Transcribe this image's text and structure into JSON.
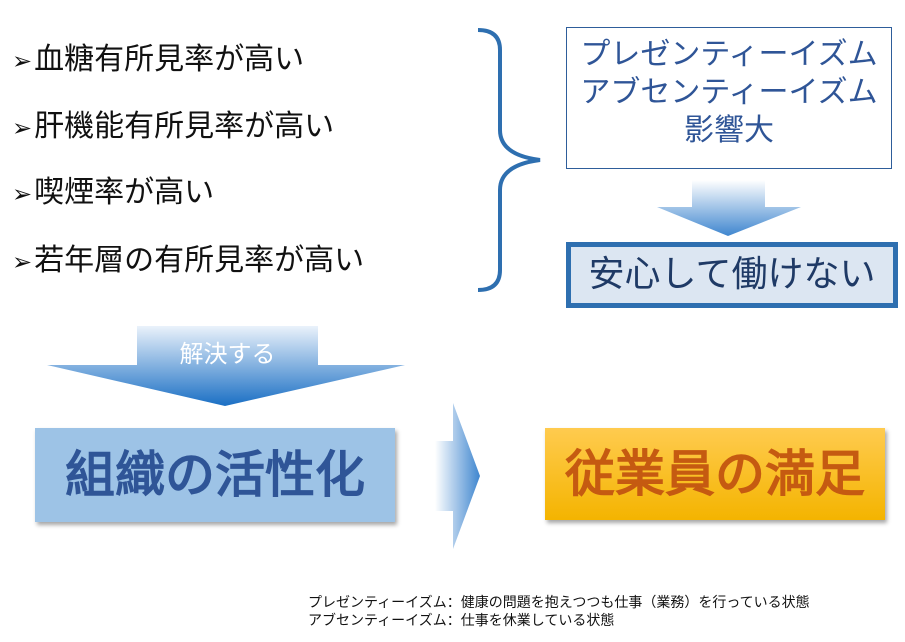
{
  "issues": [
    {
      "marker": "➢",
      "text": "血糖有所見率が高い"
    },
    {
      "marker": "➢",
      "text": "肝機能有所見率が高い"
    },
    {
      "marker": "➢",
      "text": "喫煙率が高い"
    },
    {
      "marker": "➢",
      "text": "若年層の有所見率が高い"
    }
  ],
  "impact": {
    "line1": "プレゼンティーイズム",
    "line2": "アブセンティーイズム",
    "line3": "影響大"
  },
  "result": "安心して働けない",
  "solve_label": "解決する",
  "org": "組織の活性化",
  "satisfaction": "従業員の満足",
  "notes": [
    "プレゼンティーイズム：健康の問題を抱えつつも仕事（業務）を行っている状態",
    "アブセンティーイズム：仕事を休業している状態"
  ],
  "colors": {
    "blue": "#2f5597",
    "arrow": "#3f86cf",
    "orange": "#c55a11"
  }
}
